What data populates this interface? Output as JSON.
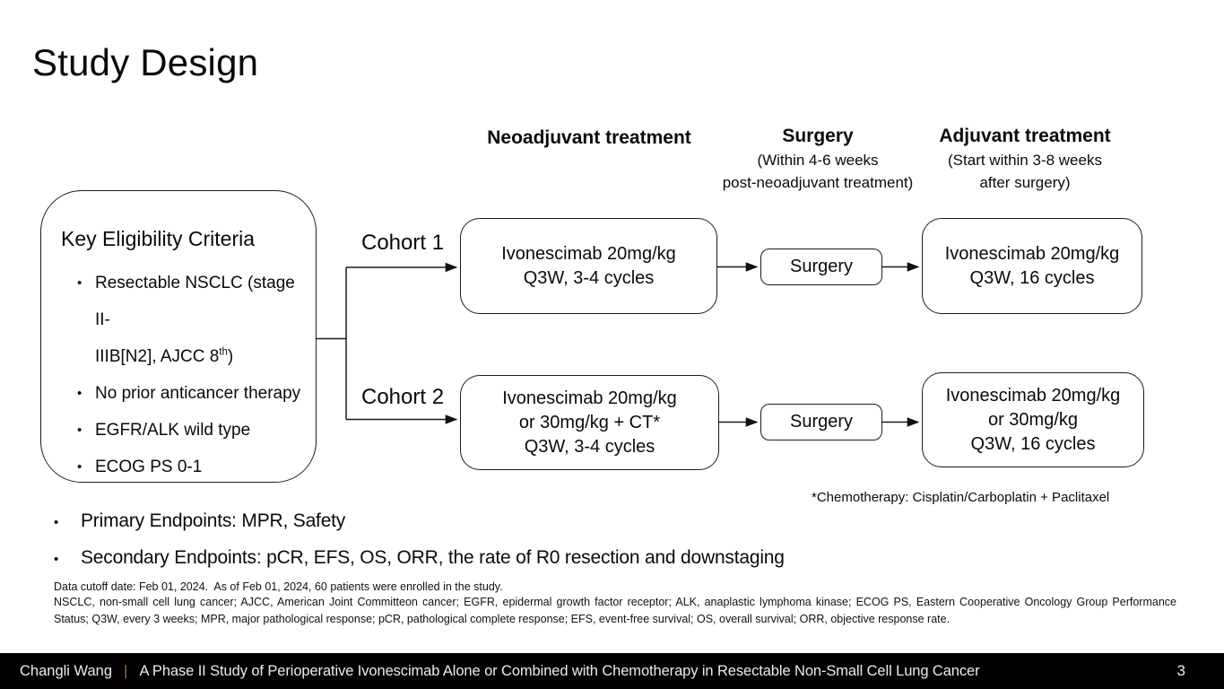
{
  "slide": {
    "title": "Study Design"
  },
  "columns": {
    "neoadjuvant": {
      "title": "Neoadjuvant treatment"
    },
    "surgery": {
      "title": "Surgery",
      "subtitle_line1": "(Within 4-6 weeks",
      "subtitle_line2": "post-neoadjuvant treatment)"
    },
    "adjuvant": {
      "title": "Adjuvant treatment",
      "subtitle_line1": "(Start within 3-8 weeks",
      "subtitle_line2": "after surgery)"
    }
  },
  "eligibility": {
    "title": "Key Eligibility Criteria",
    "bullet1_line1": "Resectable NSCLC (stage II-",
    "bullet1_line2_pre": "IIIB[N2], AJCC 8",
    "bullet1_superscript": "th",
    "bullet1_line2_post": ")",
    "bullet2": "No prior anticancer therapy",
    "bullet3": "EGFR/ALK wild type",
    "bullet4": "ECOG PS 0-1"
  },
  "cohort1": {
    "label": "Cohort 1",
    "neoadjuvant_line1": "Ivonescimab 20mg/kg",
    "neoadjuvant_line2": "Q3W, 3-4 cycles",
    "surgery": "Surgery",
    "adjuvant_line1": "Ivonescimab 20mg/kg",
    "adjuvant_line2": "Q3W, 16 cycles"
  },
  "cohort2": {
    "label": "Cohort 2",
    "neoadjuvant_line1": "Ivonescimab 20mg/kg",
    "neoadjuvant_line2": "or 30mg/kg + CT*",
    "neoadjuvant_line3": "Q3W, 3-4 cycles",
    "surgery": "Surgery",
    "adjuvant_line1": "Ivonescimab 20mg/kg",
    "adjuvant_line2": "or 30mg/kg",
    "adjuvant_line3": "Q3W, 16 cycles"
  },
  "endpoints": {
    "primary": "Primary Endpoints: MPR, Safety",
    "secondary": "Secondary Endpoints: pCR, EFS, OS, ORR, the rate of R0 resection and downstaging"
  },
  "notes": {
    "chemotherapy": "*Chemotherapy: Cisplatin/Carboplatin + Paclitaxel",
    "data_cutoff": "Data cutoff date: Feb 01, 2024.  As of Feb 01, 2024, 60 patients were enrolled in the study.",
    "abbreviations": "NSCLC, non-small cell lung cancer; AJCC, American Joint Committeon cancer; EGFR, epidermal growth factor receptor; ALK, anaplastic lymphoma kinase; ECOG PS, Eastern Cooperative Oncology Group Performance Status;  Q3W, every 3 weeks; MPR, major pathological response; pCR, pathological complete response; EFS, event-free survival; OS, overall survival; ORR, objective response rate."
  },
  "footer": {
    "author": "Changli Wang",
    "separator": "|",
    "presentation_title": "A Phase II Study of Perioperative Ivonescimab Alone or Combined with Chemotherapy in Resectable Non-Small Cell Lung Cancer",
    "page_number": "3"
  },
  "colors": {
    "text": "#000000",
    "box_border": "#1c1c1c",
    "footer_background": "#010101",
    "footer_separator": "#8e7433"
  }
}
